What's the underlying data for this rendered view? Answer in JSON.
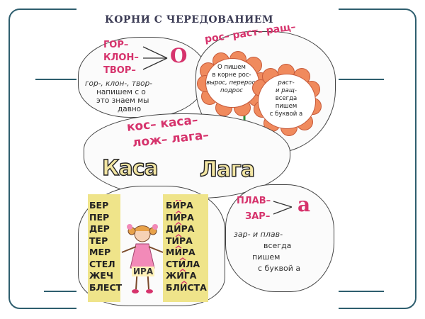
{
  "title": "КОРНИ С ЧЕРЕДОВАНИЕМ",
  "box_gor": {
    "roots": [
      "ГОР–",
      "КЛОН–",
      "ТВОР–"
    ],
    "letter": "О",
    "note_lines": [
      "гор-, клон-, твор-",
      "напишем с о",
      "это знаем мы",
      "давно"
    ]
  },
  "box_ros": {
    "roots": "рос– раст– ращ–",
    "left_circle_lines": [
      "О пишем",
      "в корне рос-",
      "вырос, перерос,",
      "подрос"
    ],
    "right_circle_lines": [
      "раст-",
      "и ращ-",
      "всегда",
      "пишем",
      "с буквой а"
    ]
  },
  "box_kas": {
    "line1": "кос– каса–",
    "line2": "лож– лага–",
    "word1": "Каса",
    "word2": "Лага"
  },
  "box_bir": {
    "left_roots": [
      "БЕР",
      "ПЕР",
      "ДЕР",
      "ТЕР",
      "МЕР",
      "СТЕЛ",
      "ЖЕЧ",
      "БЛЕСТ"
    ],
    "right_roots": [
      "БИРА",
      "ПИРА",
      "ДИРА",
      "ТИРА",
      "МИРА",
      "СТИЛА",
      "ЖИГА",
      "БЛИСТА"
    ],
    "doll_label": "ИРА"
  },
  "box_plav": {
    "roots": [
      "ПЛАВ–",
      "ЗАР–"
    ],
    "letter": "а",
    "note_lines": [
      "зар- и плав-",
      "всегда",
      "пишем",
      "с буквой а"
    ]
  }
}
